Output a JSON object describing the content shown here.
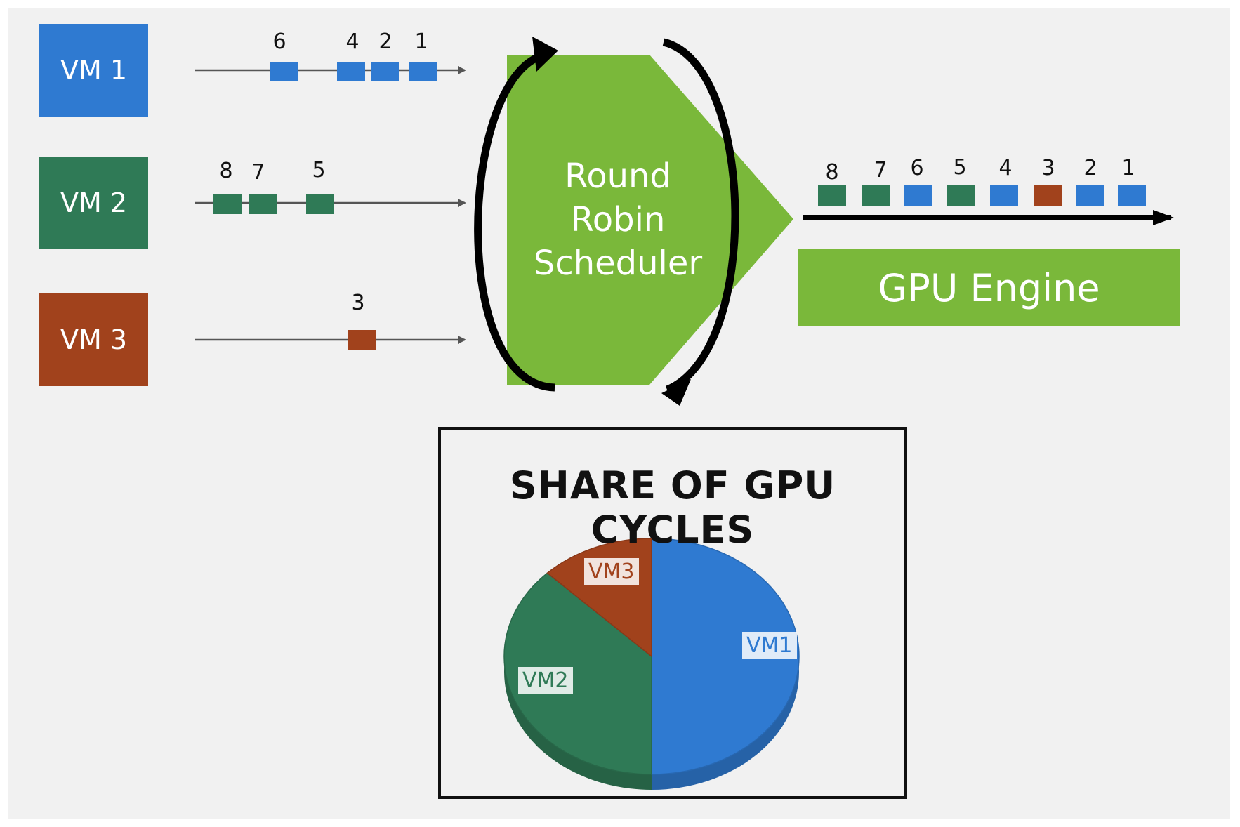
{
  "vms": [
    {
      "label": "VM 1",
      "color": "#2f7ad1",
      "jobs": [
        "6",
        "4",
        "2",
        "1"
      ]
    },
    {
      "label": "VM 2",
      "color": "#2f7a56",
      "jobs": [
        "8",
        "7",
        "5"
      ]
    },
    {
      "label": "VM 3",
      "color": "#a1421c",
      "jobs": [
        "3"
      ]
    }
  ],
  "scheduler": {
    "label": "Round\nRobin\nScheduler",
    "color": "#7ab83a"
  },
  "output_queue": {
    "jobs": [
      {
        "num": "8",
        "vm": "VM 2"
      },
      {
        "num": "7",
        "vm": "VM 2"
      },
      {
        "num": "6",
        "vm": "VM 1"
      },
      {
        "num": "5",
        "vm": "VM 2"
      },
      {
        "num": "4",
        "vm": "VM 1"
      },
      {
        "num": "3",
        "vm": "VM 3"
      },
      {
        "num": "2",
        "vm": "VM 1"
      },
      {
        "num": "1",
        "vm": "VM 1"
      }
    ]
  },
  "engine": {
    "label": "GPU Engine",
    "color": "#7ab83a"
  },
  "chart_data": {
    "type": "pie",
    "title": "SHARE OF GPU CYCLES",
    "slices": [
      {
        "label": "VM1",
        "value": 50,
        "color": "#2f7ad1"
      },
      {
        "label": "VM2",
        "value": 37.5,
        "color": "#2f7a56"
      },
      {
        "label": "VM3",
        "value": 12.5,
        "color": "#a1421c"
      }
    ]
  }
}
